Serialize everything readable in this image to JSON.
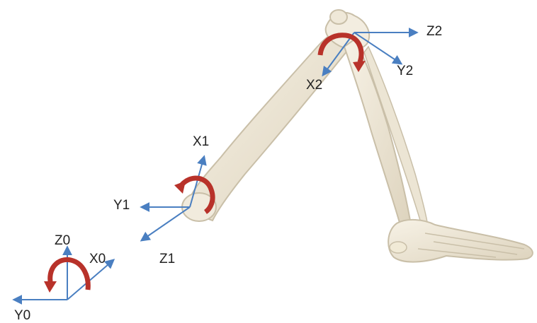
{
  "colors": {
    "bone": "#efe8d8",
    "bone_shadow": "#c9bfa8",
    "axis": "#4a7fc1",
    "rotation_arrow": "#b8322a",
    "label": "#222222"
  },
  "frames": [
    {
      "id": "frame0",
      "labels": {
        "z": "Z0",
        "x": "X0",
        "y": "Y0"
      }
    },
    {
      "id": "frame1",
      "labels": {
        "x": "X1",
        "y": "Y1",
        "z": "Z1"
      }
    },
    {
      "id": "frame2",
      "labels": {
        "z": "Z2",
        "y": "Y2",
        "x": "X2"
      }
    }
  ],
  "icons": {
    "skeleton": "leg-skeleton-illustration",
    "rotation": "curved-rotation-arrow"
  }
}
